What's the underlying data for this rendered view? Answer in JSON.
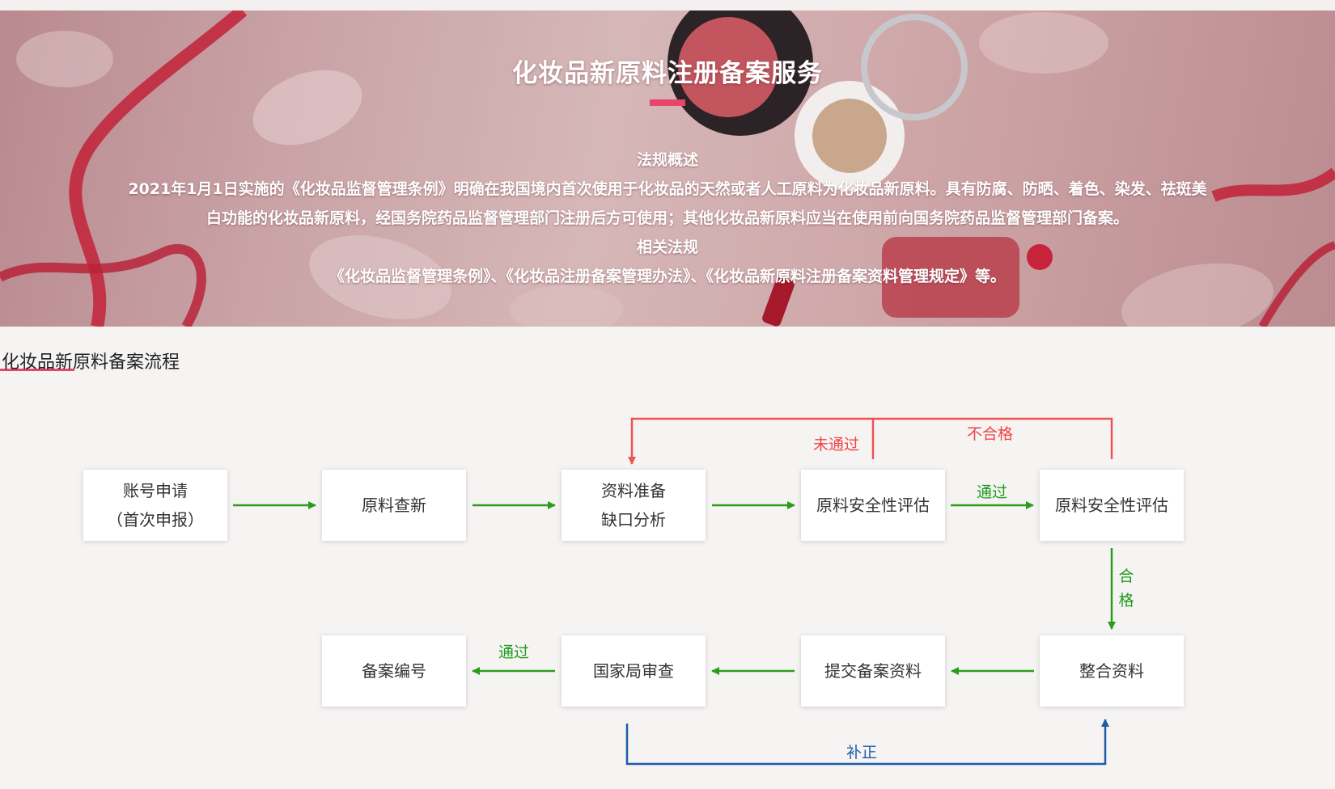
{
  "banner": {
    "title": "化妆品新原料注册备案服务",
    "heading1": "法规概述",
    "paragraph_line1": "2021年1月1日实施的《化妆品监督管理条例》明确在我国境内首次使用于化妆品的天然或者人工原料为化妆品新原料。具有防腐、防晒、着色、染发、祛斑美",
    "paragraph_line2": "白功能的化妆品新原料，经国务院药品监督管理部门注册后方可使用；其他化妆品新原料应当在使用前向国务院药品监督管理部门备案。",
    "heading2": "相关法规",
    "laws": "《化妆品监督管理条例》、《化妆品注册备案管理办法》、《化妆品新原料注册备案资料管理规定》等。"
  },
  "section": {
    "title": "化妆品新原料备案流程"
  },
  "flow": {
    "nodes": {
      "n1": {
        "line1": "账号申请",
        "line2": "（首次申报）"
      },
      "n2": {
        "line1": "原料查新"
      },
      "n3": {
        "line1": "资料准备",
        "line2": "缺口分析"
      },
      "n4": {
        "line1": "原料安全性评估"
      },
      "n5": {
        "line1": "原料安全性评估"
      },
      "n6": {
        "line1": "整合资料"
      },
      "n7": {
        "line1": "提交备案资料"
      },
      "n8": {
        "line1": "国家局审查"
      },
      "n9": {
        "line1": "备案编号"
      }
    },
    "labels": {
      "not_passed": "未通过",
      "unqualified": "不合格",
      "passed_1": "通过",
      "qualified_1": "合",
      "qualified_2": "格",
      "passed_2": "通过",
      "supplement": "补正"
    },
    "colors": {
      "green": "#2a9d1b",
      "red": "#f05252",
      "blue": "#1f5ba9",
      "accent": "#e8456a"
    }
  }
}
